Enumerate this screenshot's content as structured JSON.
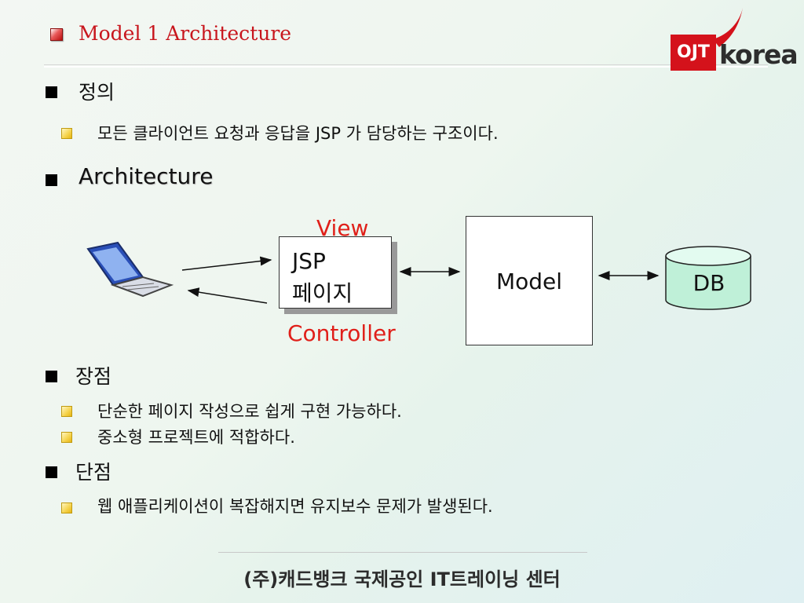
{
  "header": {
    "title": "Model 1 Architecture",
    "logo": {
      "left": "OJT",
      "right": "korea"
    }
  },
  "sections": {
    "definition": {
      "heading": "정의",
      "items": [
        "모든 클라이언트 요청과 응답을 JSP 가 담당하는 구조이다."
      ]
    },
    "architecture": {
      "heading": "Architecture"
    },
    "pros": {
      "heading": "장점",
      "items": [
        "단순한 페이지 작성으로 쉽게 구현 가능하다.",
        "중소형 프로젝트에 적합하다."
      ]
    },
    "cons": {
      "heading": "단점",
      "items": [
        "웹 애플리케이션이 복잡해지면 유지보수 문제가 발생된다."
      ]
    }
  },
  "diagram": {
    "view_label": "View",
    "controller_label": "Controller",
    "jsp_line1": "JSP",
    "jsp_line2": "페이지",
    "model_label": "Model",
    "db_label": "DB"
  },
  "footer": {
    "text": "(주)캐드뱅크 국제공인 IT트레이닝 센터"
  },
  "colors": {
    "title": "#c8161d",
    "red_label": "#e0201a",
    "db_fill": "#bff0d8",
    "logo_red": "#d4121b"
  }
}
